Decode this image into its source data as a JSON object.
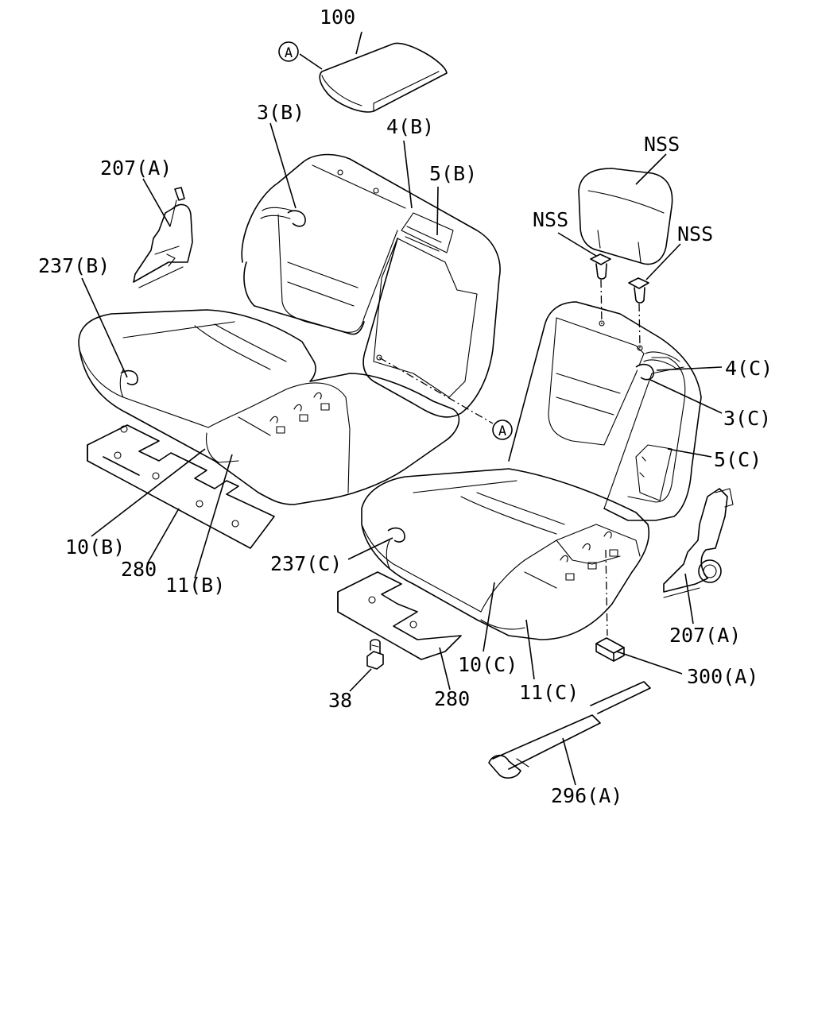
{
  "diagram": {
    "labels": {
      "p100": "100",
      "p3b": "3(B)",
      "p4b": "4(B)",
      "p5b": "5(B)",
      "p207a_top": "207(A)",
      "p237b": "237(B)",
      "nss_top": "NSS",
      "nss_left": "NSS",
      "nss_right": "NSS",
      "p4c": "4(C)",
      "p3c": "3(C)",
      "p5c": "5(C)",
      "p10b": "10(B)",
      "p280_left": "280",
      "p11b": "11(B)",
      "p237c": "237(C)",
      "p207a_bottom": "207(A)",
      "p300a": "300(A)",
      "p10c": "10(C)",
      "p11c": "11(C)",
      "p38": "38",
      "p280_right": "280",
      "p296a": "296(A)"
    },
    "ref_marks": {
      "top": "A",
      "middle": "A"
    }
  }
}
